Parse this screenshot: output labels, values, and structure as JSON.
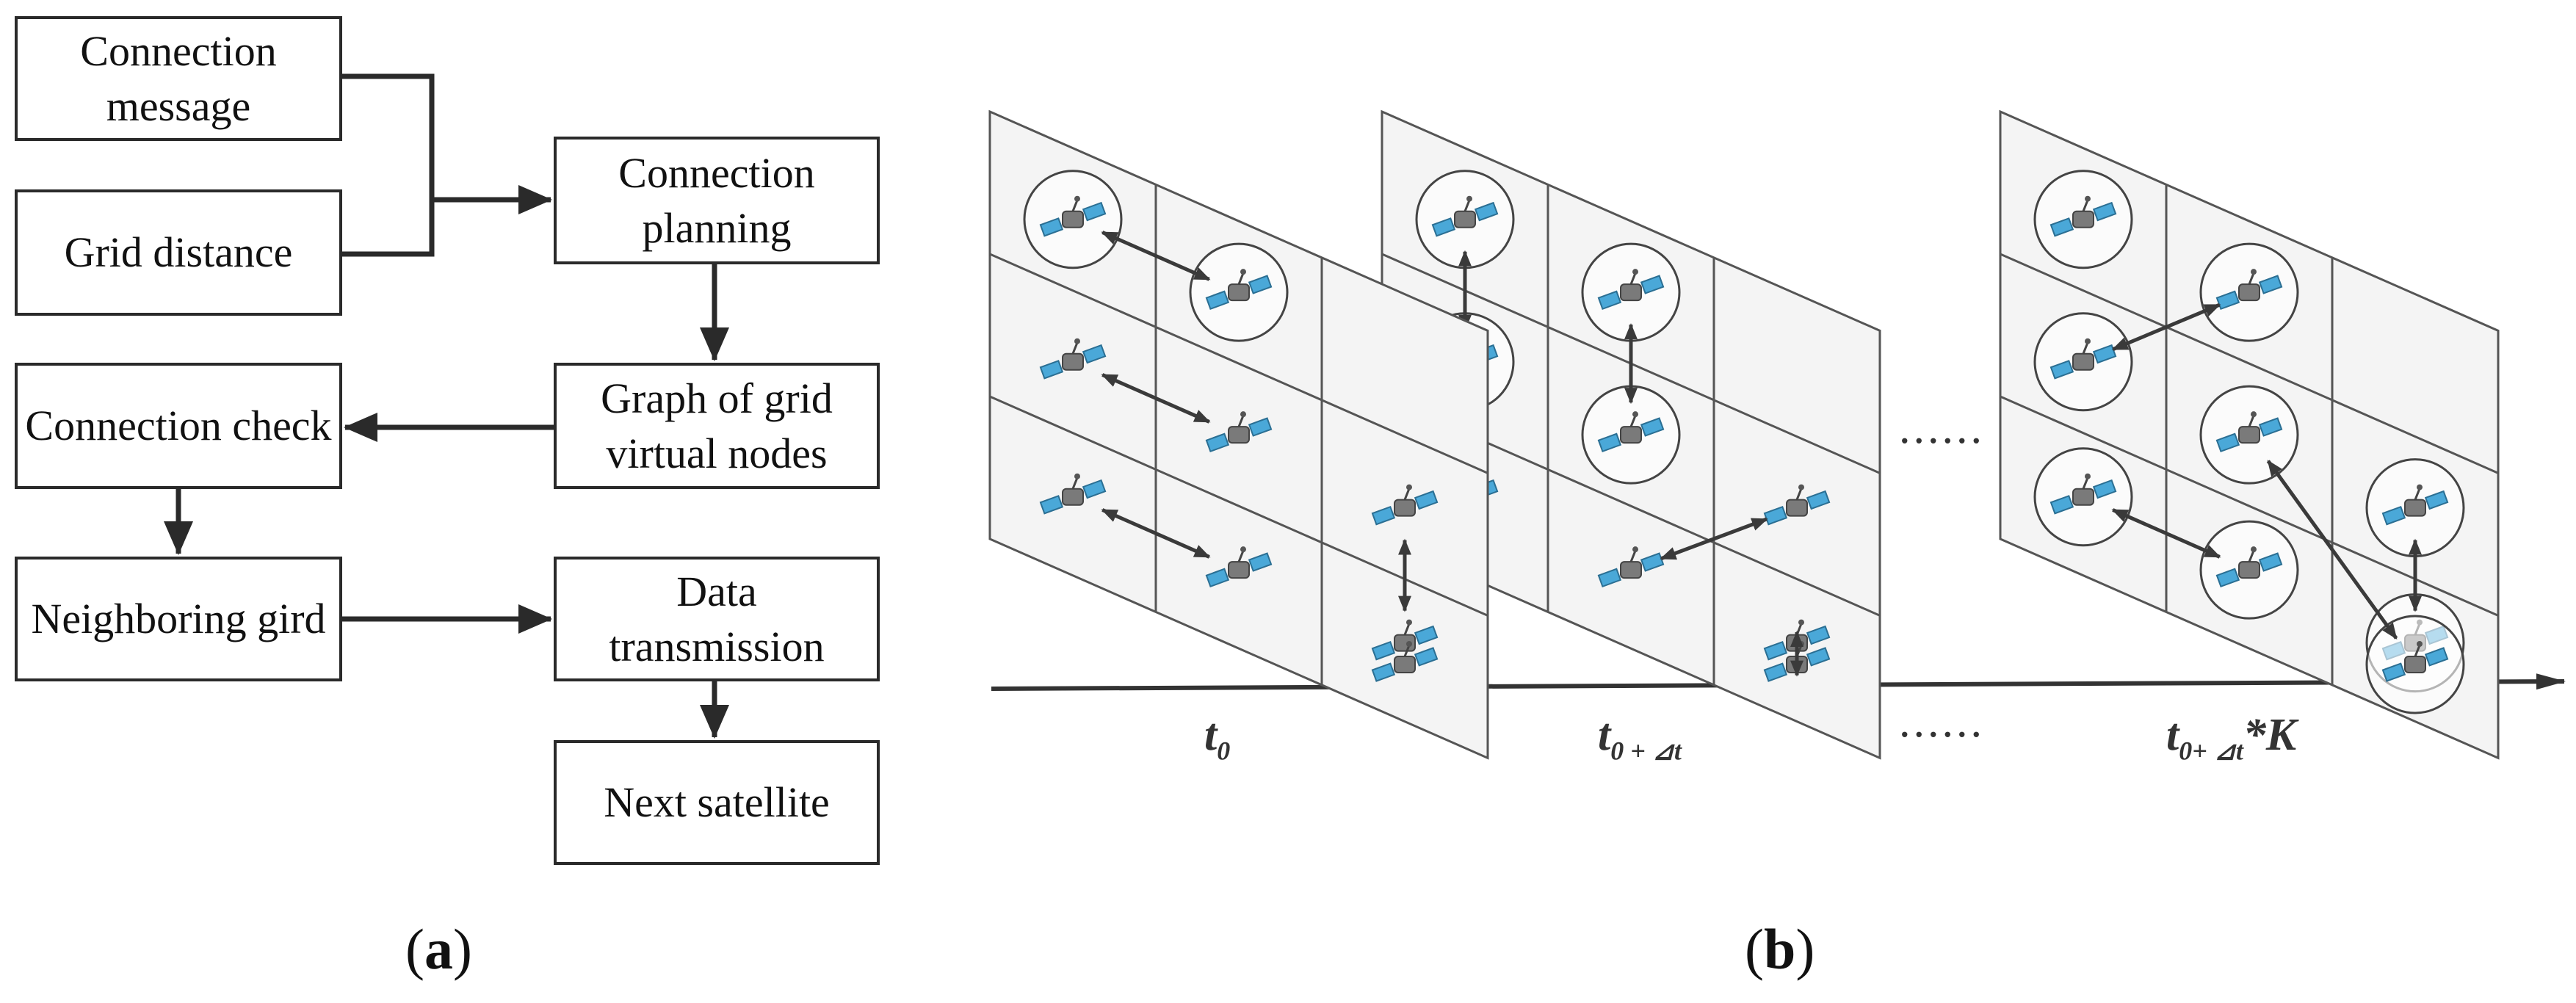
{
  "flowchart": {
    "boxes": {
      "connection_message": "Connection message",
      "grid_distance": "Grid distance",
      "connection_planning": "Connection planning",
      "graph_virtual_nodes": "Graph of grid virtual nodes",
      "connection_check": "Connection check",
      "neighboring_grid": "Neighboring gird",
      "data_transmission": "Data transmission",
      "next_satellite": "Next satellite"
    },
    "caption_open": "(",
    "caption_letter": "a",
    "caption_close": ")"
  },
  "timeline": {
    "labels": {
      "t0_main": "t",
      "t0_sub": "0",
      "t1_main": "t",
      "t1_sub": "0 + ⊿t",
      "tk_main": "t",
      "tk_sub": "0+ ⊿t",
      "tk_suffix": "*K"
    },
    "ellipsis_top": "......",
    "ellipsis_bottom": "......",
    "caption_open": "(",
    "caption_letter": "b",
    "caption_close": ")"
  },
  "icons": {
    "satellite": "satellite-icon",
    "arrow": "arrow-icon"
  },
  "colors": {
    "line": "#2a2a2a",
    "panel_fill": "#f4f4f4",
    "panel_stroke": "#555555",
    "satellite_body": "#7a7a7a",
    "satellite_panel": "#4aa8d8"
  }
}
